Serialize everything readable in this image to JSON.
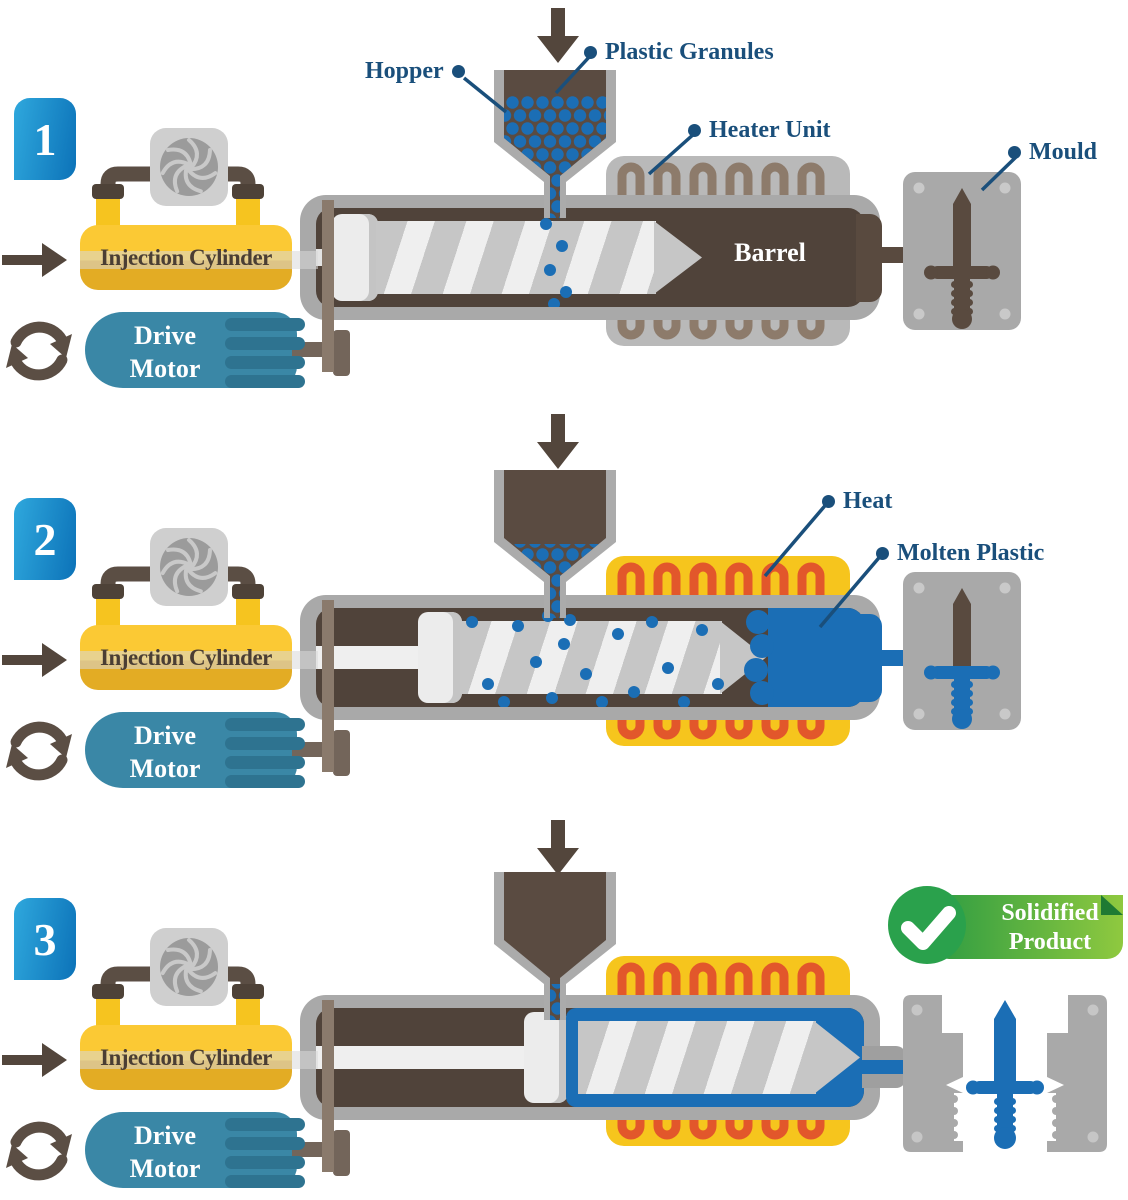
{
  "colors": {
    "machine_brown": "#53463C",
    "barrel_interior_brown": "#50433A",
    "panel_gray": "#A9A9A9",
    "granule_blue": "#1B6EB5",
    "label_navy": "#1A4F7B",
    "cylinder_yellow": "#FBC934",
    "cylinder_yellow_dark": "#E3AC24",
    "motor_teal": "#3A87A6",
    "heater_gray": "#B9B9B9",
    "heater_coil_brown": "#8D7B6B",
    "heater_yellow": "#F6C51D",
    "heater_coil_orange": "#E2572B",
    "badge_blue_start": "#2FA8DD",
    "badge_blue_end": "#0C72B8",
    "success_green": "#2AA14C",
    "ribbon_green_light": "#8FC93F"
  },
  "stages": [
    {
      "number": "1",
      "injection_cylinder": "Injection Cylinder",
      "drive_motor": "Drive Motor",
      "labels": {
        "hopper": "Hopper",
        "plastic_granules": "Plastic Granules",
        "heater_unit": "Heater Unit",
        "mould": "Mould",
        "barrel": "Barrel"
      }
    },
    {
      "number": "2",
      "injection_cylinder": "Injection Cylinder",
      "drive_motor": "Drive Motor",
      "labels": {
        "heat": "Heat",
        "molten_plastic": "Molten Plastic"
      }
    },
    {
      "number": "3",
      "injection_cylinder": "Injection Cylinder",
      "drive_motor": "Drive Motor",
      "labels": {
        "solidified_product": "Solidified Product"
      }
    }
  ]
}
